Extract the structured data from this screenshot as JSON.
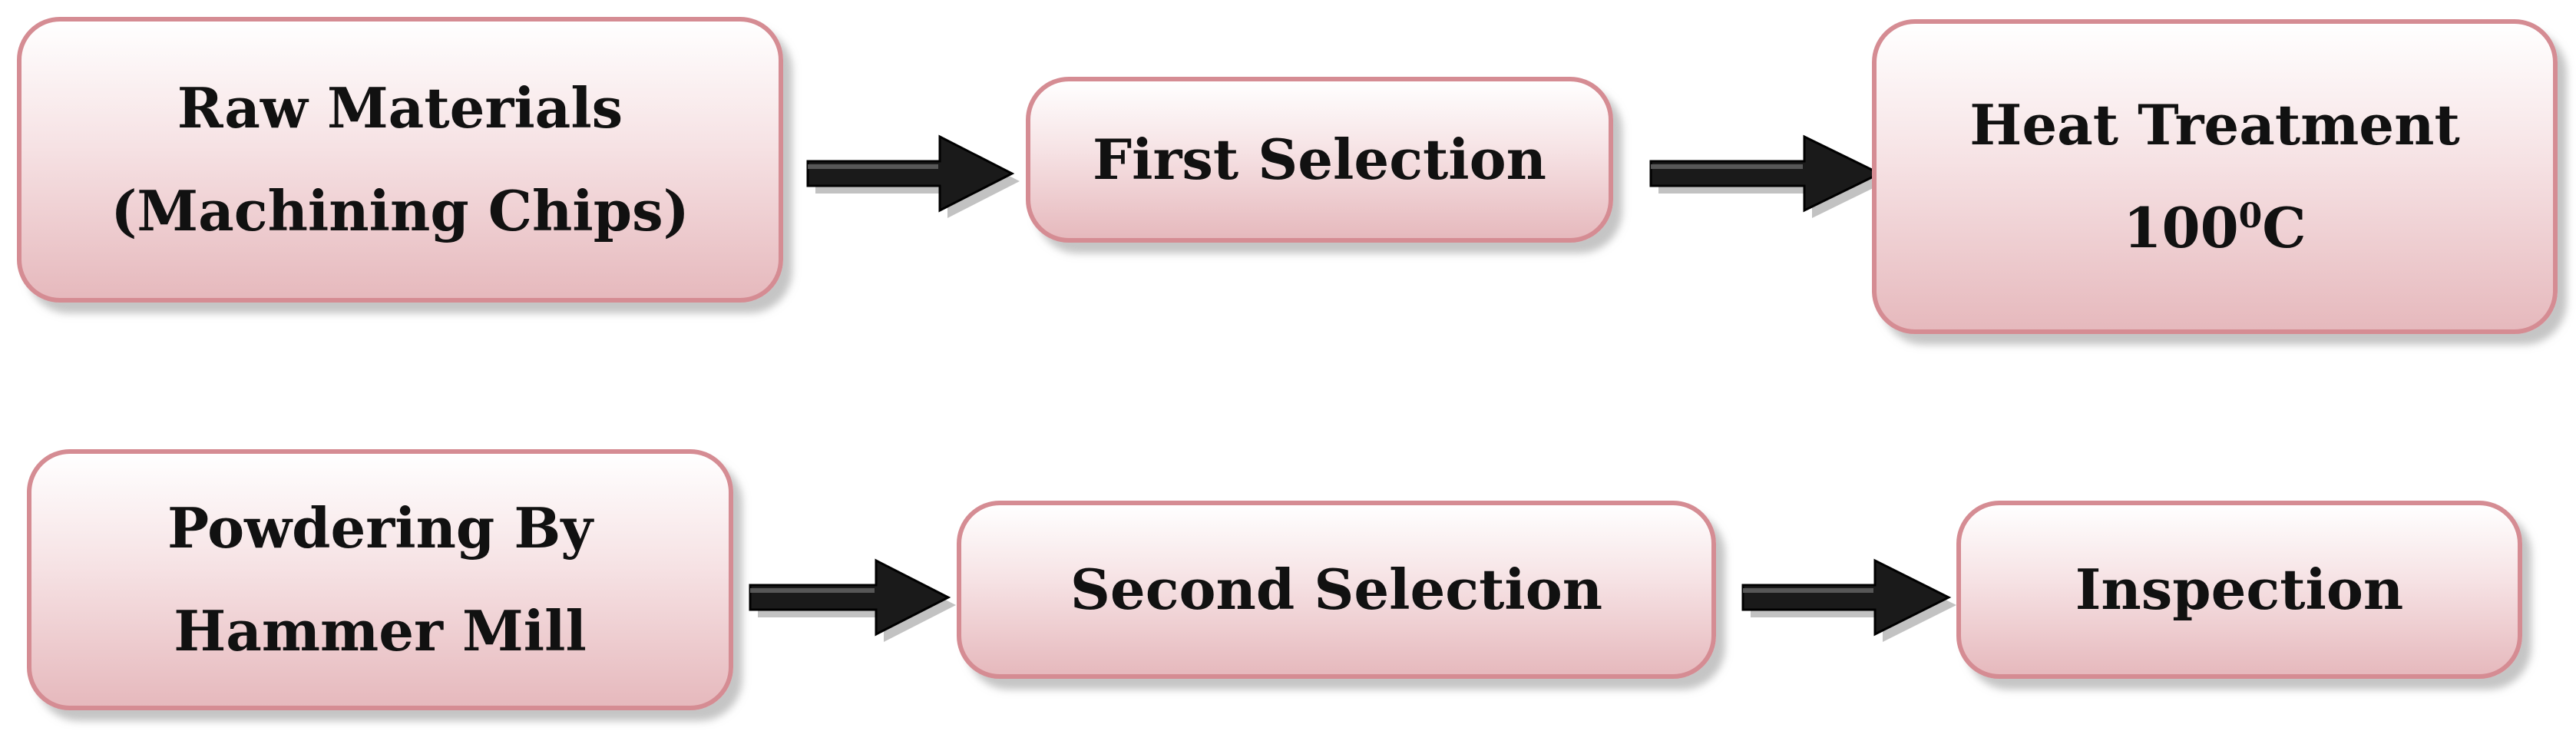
{
  "flowchart": {
    "steps": [
      {
        "id": "raw-materials",
        "lines": [
          "Raw Materials",
          "(Machining Chips)"
        ]
      },
      {
        "id": "first-selection",
        "lines": [
          "First Selection"
        ]
      },
      {
        "id": "heat-treatment",
        "lines": [
          "Heat Treatment"
        ],
        "temperature": {
          "value": "100",
          "sup": "0",
          "unit": "C"
        }
      },
      {
        "id": "powdering",
        "lines": [
          "Powdering By",
          "Hammer Mill"
        ]
      },
      {
        "id": "second-selection",
        "lines": [
          "Second Selection"
        ]
      },
      {
        "id": "inspection",
        "lines": [
          "Inspection"
        ]
      }
    ],
    "connections": [
      {
        "from": "raw-materials",
        "to": "first-selection"
      },
      {
        "from": "first-selection",
        "to": "heat-treatment"
      },
      {
        "from": "powdering",
        "to": "second-selection"
      },
      {
        "from": "second-selection",
        "to": "inspection"
      }
    ],
    "colors": {
      "box_border": "#d58c93",
      "box_fill_top": "#ffffff",
      "box_fill_bottom": "#e6b9bd",
      "arrow_fill": "#1a1a1a",
      "text": "#111111"
    }
  }
}
